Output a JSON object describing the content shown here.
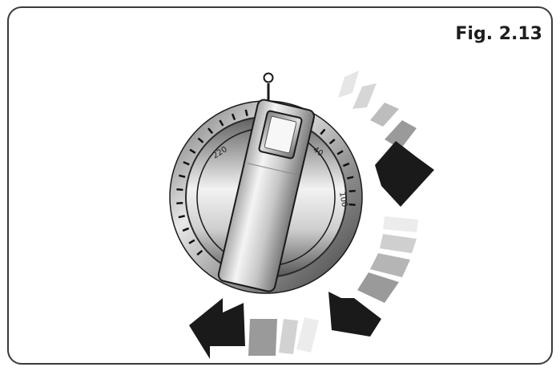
{
  "figure": {
    "label": "Fig. 2.13"
  },
  "knob": {
    "off_mark": "O",
    "scale_labels": [
      "220",
      "1",
      "40",
      "100"
    ]
  },
  "colors": {
    "frame": "#3a3a3a",
    "arrow_dark": "#1a1a1a",
    "band_mid": "#9a9a9a",
    "band_light": "#c8c8c8",
    "band_lightest": "#e6e6e6"
  }
}
